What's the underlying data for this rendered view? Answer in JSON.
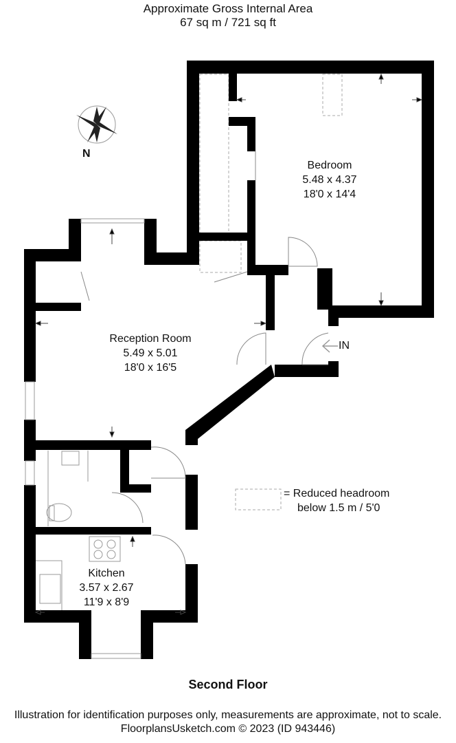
{
  "header": {
    "line1": "Approximate Gross Internal Area",
    "line2": "67 sq m / 721 sq ft"
  },
  "compass": {
    "label": "N"
  },
  "rooms": [
    {
      "name": "Bedroom",
      "metric": "5.48 x 4.37",
      "imperial": "18'0 x 14'4"
    },
    {
      "name": "Reception Room",
      "metric": "5.49 x 5.01",
      "imperial": "18'0 x 16'5"
    },
    {
      "name": "Kitchen",
      "metric": "3.57 x 2.67",
      "imperial": "11'9 x 8'9"
    }
  ],
  "entrance": {
    "label": "IN"
  },
  "legend": {
    "symbol": "=",
    "line1": "Reduced headroom",
    "line2": "below 1.5 m / 5'0"
  },
  "floor_label": "Second Floor",
  "footer": {
    "line1": "Illustration for identification purposes only, measurements are approximate, not to scale.",
    "line2": "FloorplansUsketch.com © 2023 (ID 943446)"
  }
}
